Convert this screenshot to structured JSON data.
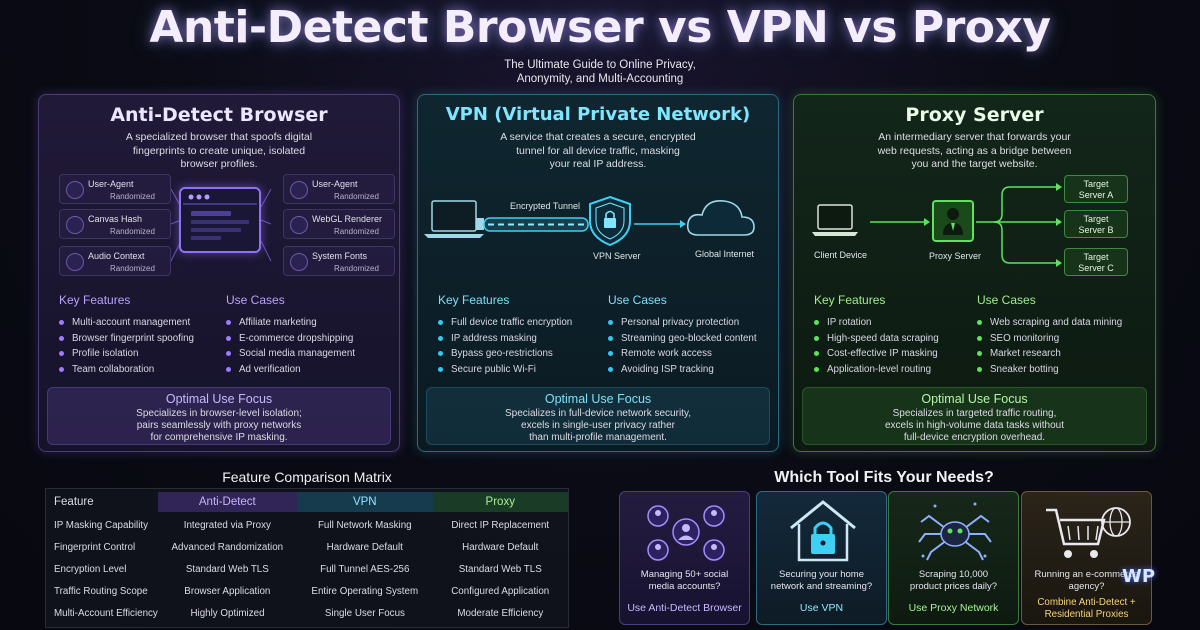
{
  "title": "Anti-Detect Browser vs VPN vs Proxy",
  "subtitle": [
    "The Ultimate Guide to Online Privacy,",
    "Anonymity, and Multi-Accounting"
  ],
  "panels": {
    "antidetect": {
      "title": "Anti-Detect Browser",
      "desc": [
        "A specialized browser that spoofs digital",
        "fingerprints to create unique, isolated",
        "browser profiles."
      ],
      "chips": [
        {
          "label": "User-Agent",
          "value": "Randomized"
        },
        {
          "label": "Canvas Hash",
          "value": "Randomized"
        },
        {
          "label": "Audio Context",
          "value": "Randomized"
        },
        {
          "label": "User-Agent",
          "value": "Randomized"
        },
        {
          "label": "WebGL Renderer",
          "value": "Randomized"
        },
        {
          "label": "System Fonts",
          "value": "Randomized"
        }
      ],
      "features_title": "Key Features",
      "features": [
        "Multi-account management",
        "Browser fingerprint spoofing",
        "Profile isolation",
        "Team collaboration"
      ],
      "uses_title": "Use Cases",
      "uses": [
        "Affiliate marketing",
        "E-commerce dropshipping",
        "Social media management",
        "Ad verification"
      ],
      "focus_title": "Optimal Use Focus",
      "focus": [
        "Specializes in browser-level isolation;",
        "pairs seamlessly with proxy networks",
        "for comprehensive IP masking."
      ]
    },
    "vpn": {
      "title": "VPN (Virtual Private Network)",
      "desc": [
        "A service that creates a secure, encrypted",
        "tunnel for all device traffic, masking",
        "your real IP address."
      ],
      "tunnel_label": "Encrypted Tunnel",
      "server_label": "VPN Server",
      "internet_label": "Global Internet",
      "features_title": "Key Features",
      "features": [
        "Full device traffic encryption",
        "IP address masking",
        "Bypass geo-restrictions",
        "Secure public Wi-Fi"
      ],
      "uses_title": "Use Cases",
      "uses": [
        "Personal privacy protection",
        "Streaming geo-blocked content",
        "Remote work access",
        "Avoiding ISP tracking"
      ],
      "focus_title": "Optimal Use Focus",
      "focus": [
        "Specializes in full-device network security,",
        "excels in single-user privacy rather",
        "than multi-profile management."
      ]
    },
    "proxy": {
      "title": "Proxy Server",
      "desc": [
        "An intermediary server that forwards your",
        "web requests, acting as a bridge between",
        "you and the target website."
      ],
      "client_label": "Client Device",
      "server_label": "Proxy Server",
      "targets": [
        [
          "Target",
          "Server A"
        ],
        [
          "Target",
          "Server B"
        ],
        [
          "Target",
          "Server C"
        ]
      ],
      "features_title": "Key Features",
      "features": [
        "IP rotation",
        "High-speed data scraping",
        "Cost-effective IP masking",
        "Application-level routing"
      ],
      "uses_title": "Use Cases",
      "uses": [
        "Web scraping and data mining",
        "SEO monitoring",
        "Market research",
        "Sneaker botting"
      ],
      "focus_title": "Optimal Use Focus",
      "focus": [
        "Specializes in targeted traffic routing,",
        "excels in high-volume data tasks without",
        "full-device encryption overhead."
      ]
    }
  },
  "matrix": {
    "title": "Feature Comparison Matrix",
    "headers": [
      "Feature",
      "Anti-Detect",
      "VPN",
      "Proxy"
    ],
    "rows": [
      [
        "IP Masking Capability",
        "Integrated via Proxy",
        "Full Network Masking",
        "Direct IP Replacement"
      ],
      [
        "Fingerprint Control",
        "Advanced Randomization",
        "Hardware Default",
        "Hardware Default"
      ],
      [
        "Encryption Level",
        "Standard Web TLS",
        "Full Tunnel AES-256",
        "Standard Web TLS"
      ],
      [
        "Traffic Routing Scope",
        "Browser Application",
        "Entire Operating System",
        "Configured Application"
      ],
      [
        "Multi-Account Efficiency",
        "Highly Optimized",
        "Single User Focus",
        "Moderate Efficiency"
      ]
    ]
  },
  "needs": {
    "title": "Which Tool Fits Your Needs?",
    "cards": [
      {
        "q": [
          "Managing 50+ social",
          "media accounts?"
        ],
        "a": [
          "Use Anti-Detect Browser"
        ]
      },
      {
        "q": [
          "Securing your home",
          "network and streaming?"
        ],
        "a": [
          "Use VPN"
        ]
      },
      {
        "q": [
          "Scraping 10,000",
          "product prices daily?"
        ],
        "a": [
          "Use Proxy Network"
        ]
      },
      {
        "q": [
          "Running an e-commerce",
          "agency?"
        ],
        "a": [
          "Combine Anti-Detect +",
          "Residential Proxies"
        ]
      }
    ]
  },
  "logo": "WP",
  "colors": {
    "antidetect": "#9c7cff",
    "vpn": "#35c8f0",
    "proxy": "#5fe35f"
  }
}
